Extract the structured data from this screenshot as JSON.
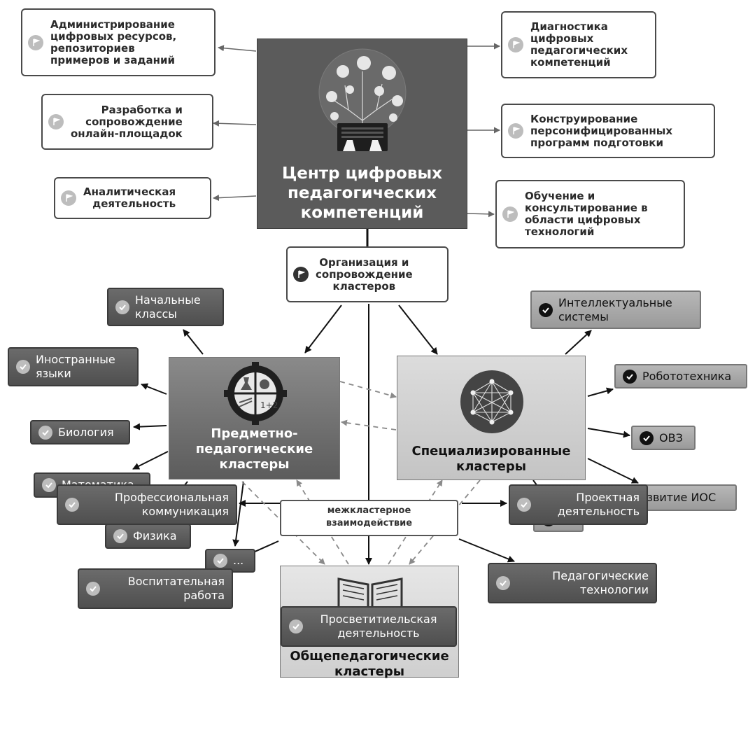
{
  "center": {
    "title": [
      "Центр цифровых",
      "педагогических",
      "компетенций"
    ]
  },
  "left_services": [
    {
      "lines": [
        "Администрирование",
        "цифровых ресурсов,",
        "репозиториев",
        "примеров и заданий"
      ]
    },
    {
      "lines": [
        "Разработка и",
        "сопровождение",
        "онлайн-площадок"
      ]
    },
    {
      "lines": [
        "Аналитическая",
        "деятельность"
      ]
    }
  ],
  "right_services": [
    {
      "lines": [
        "Диагностика",
        "цифровых",
        "педагогических",
        "компетенций"
      ]
    },
    {
      "lines": [
        "Конструирование",
        "персонифицированных",
        "программ подготовки"
      ]
    },
    {
      "lines": [
        "Обучение и",
        "консультирование в",
        "области цифровых",
        "технологий"
      ]
    }
  ],
  "organization": {
    "lines": [
      "Организация и",
      "сопровождение",
      "кластеров"
    ]
  },
  "clusters": {
    "subject": {
      "title": [
        "Предметно-",
        "педагогические",
        "кластеры"
      ]
    },
    "specialized": {
      "title": [
        "Специализированные",
        "кластеры"
      ]
    },
    "general": {
      "title": [
        "Общепедагогические",
        "кластеры"
      ]
    }
  },
  "interaction_label": [
    "межкластерное",
    "взаимодействие"
  ],
  "subject_items": [
    {
      "lines": [
        "Начальные",
        "классы"
      ]
    },
    {
      "lines": [
        "Иностранные",
        "языки"
      ]
    },
    {
      "lines": [
        "Биология"
      ]
    },
    {
      "lines": [
        "Математика"
      ]
    },
    {
      "lines": [
        "Физика"
      ]
    },
    {
      "lines": [
        "..."
      ]
    }
  ],
  "specialized_items": [
    {
      "lines": [
        "Интеллектуальные",
        "системы"
      ]
    },
    {
      "lines": [
        "Робототехника"
      ]
    },
    {
      "lines": [
        "ОВЗ"
      ]
    },
    {
      "lines": [
        "Развитие ИОС"
      ]
    },
    {
      "lines": [
        "..."
      ]
    }
  ],
  "general_items": [
    {
      "lines": [
        "Профессиональная",
        "коммуникация"
      ]
    },
    {
      "lines": [
        "Проектная",
        "деятельность"
      ]
    },
    {
      "lines": [
        "Воспитательная",
        "работа"
      ]
    },
    {
      "lines": [
        "Педагогические",
        "технологии"
      ]
    },
    {
      "lines": [
        "Просветитиельская",
        "деятельность"
      ]
    }
  ]
}
